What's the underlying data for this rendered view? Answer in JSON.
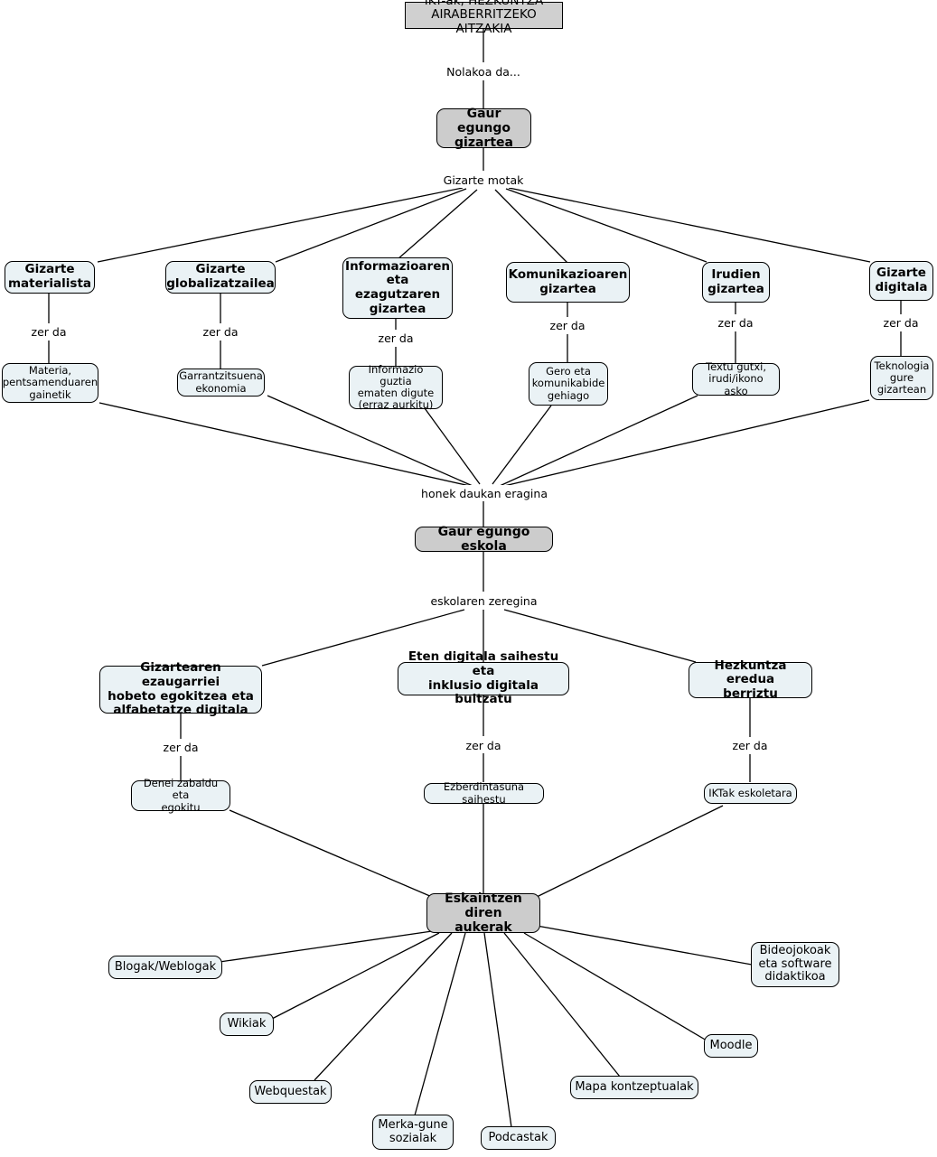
{
  "diagram": {
    "title": "IKT-ak, HEZKUNTZA AIRABERRITZEKO AITZAKIA",
    "language": "eu",
    "colors": {
      "root_fill": "#d0d0d0",
      "hub_fill": "#cccccc",
      "node_fill": "#eaf2f5",
      "stroke": "#000000",
      "background": "#ffffff"
    }
  },
  "nodes": {
    "root": {
      "label": "IKT-ak, HEZKUNTZA\nAIRABERRITZEKO AITZAKIA"
    },
    "society": {
      "label": "Gaur egungo\ngizartea"
    },
    "school": {
      "label": "Gaur egungo eskola"
    },
    "options": {
      "label": "Eskaintzen diren\naukerak"
    },
    "categories": [
      {
        "label": "Gizarte\nmaterialista"
      },
      {
        "label": "Gizarte\nglobalizatzailea"
      },
      {
        "label": "Informazioaren\neta\nezagutzaren\ngizartea"
      },
      {
        "label": "Komunikazioaren\ngizartea"
      },
      {
        "label": "Irudien\ngizartea"
      },
      {
        "label": "Gizarte\ndigitala"
      }
    ],
    "category_details": [
      {
        "label": "Materia,\npentsamenduaren\ngainetik"
      },
      {
        "label": "Garrantzitsuena\nekonomia"
      },
      {
        "label": "Informazio guztia\nematen digute\n(erraz aurkitu)"
      },
      {
        "label": "Gero eta\nkomunikabide\ngehiago"
      },
      {
        "label": "Textu gutxi,\nirudi/ikono asko"
      },
      {
        "label": "Teknologia\ngure\ngizartean"
      }
    ],
    "school_roles": [
      {
        "label": "Gizartearen ezaugarriei\nhobeto egokitzea eta\nalfabetatze digitala"
      },
      {
        "label": "Eten digitala saihestu eta\ninklusio digitala bultzatu"
      },
      {
        "label": "Hezkuntza eredua\nberriztu"
      }
    ],
    "school_role_details": [
      {
        "label": "Denei zabaldu eta\negokitu"
      },
      {
        "label": "Ezberdintasuna saihestu"
      },
      {
        "label": "IKTak eskoletara"
      }
    ],
    "tools": [
      {
        "label": "Blogak/Weblogak"
      },
      {
        "label": "Wikiak"
      },
      {
        "label": "Webquestak"
      },
      {
        "label": "Merka-gune\nsozialak"
      },
      {
        "label": "Podcastak"
      },
      {
        "label": "Mapa kontzeptualak"
      },
      {
        "label": "Moodle"
      },
      {
        "label": "Bideojokoak\neta software\ndidaktikoa"
      }
    ]
  },
  "edge_labels": {
    "root_to_society": "Nolakoa da...",
    "society_to_categories": "Gizarte motak",
    "details_to_school": "honek daukan eragina",
    "school_to_roles": "eskolaren zeregina",
    "zer_da": "zer da",
    "category_zer_da": [
      "zer da",
      "zer da",
      "zer da",
      "zer da",
      "zer da",
      "zer da"
    ],
    "role_zer_da": [
      "zer da",
      "zer da",
      "zer da"
    ]
  }
}
